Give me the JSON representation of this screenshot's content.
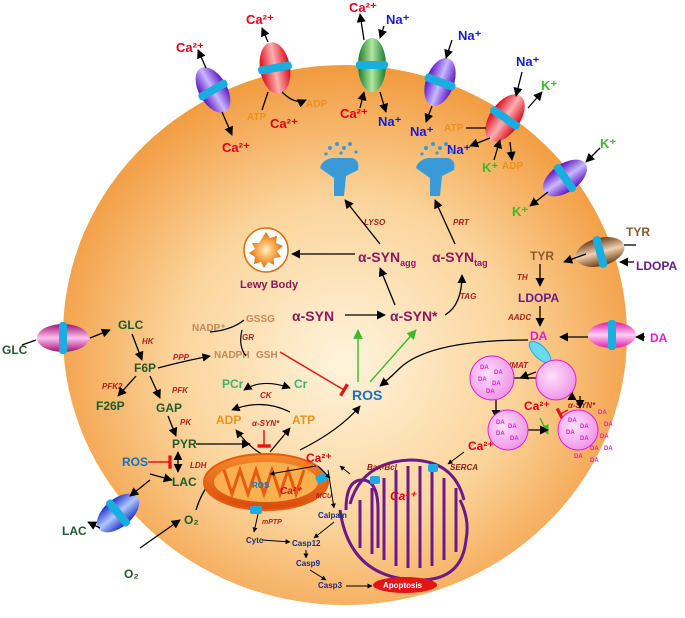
{
  "colors": {
    "cell_center": "#fde4bf",
    "cell_edge": "#f7a14b",
    "ca": "#e0001a",
    "na": "#1a1ad6",
    "k": "#3db829",
    "energy": "#e8921c",
    "metabolite": "#1e5a2a",
    "enzyme": "#b01e1e",
    "syn": "#8a1a5c",
    "dopamine": "#e020d0",
    "nadp": "#c08a5a",
    "pcr": "#3cb371",
    "ros": "#1a6fc2",
    "calcium_path": "#1a2a8a",
    "apoptosis": "#e41515",
    "er": "#6a1a8a",
    "mito": "#e85a10",
    "tyr": "#8a5a2a"
  },
  "membrane_ions": {
    "ca_pump_out": "Ca²⁺",
    "ca_pump_in": "Ca²⁺",
    "ca_atpase_out": "Ca²⁺",
    "ca_atpase_in": "Ca²⁺",
    "ca_atpase_atp": "ATP",
    "ca_atpase_adp": "ADP",
    "ncx_ca": "Ca²⁺",
    "ncx_na_out": "Na⁺",
    "ncx_ca_in": "Ca²⁺",
    "ncx_na_in": "Na⁺",
    "na_channel_out": "Na⁺",
    "na_channel_in": "Na⁺",
    "nak_na_out": "Na⁺",
    "nak_k_out": "K⁺",
    "nak_atp": "ATP",
    "nak_na_in": "Na⁺",
    "nak_k_in": "K⁺",
    "nak_adp": "ADP",
    "k_channel_out": "K⁺",
    "k_channel_in": "K⁺"
  },
  "synuclein": {
    "syn": "α-SYN",
    "syn_star": "α-SYN*",
    "syn_agg": "α-SYN",
    "syn_agg_sub": "agg",
    "syn_tag": "α-SYN",
    "syn_tag_sub": "tag",
    "lyso": "LYSO",
    "prt": "PRT",
    "tag": "TAG",
    "lewy_body": "Lewy Body"
  },
  "glycolysis": {
    "glc_out": "GLC",
    "glc": "GLC",
    "hk": "HK",
    "f6p": "F6P",
    "pfk2": "PFK2",
    "f26p": "F26P",
    "pfk": "PFK",
    "gap": "GAP",
    "pk": "PK",
    "pyr": "PYR",
    "ldh": "LDH",
    "lac": "LAC",
    "lac_out": "LAC",
    "ros_left": "ROS",
    "o2_in": "O₂",
    "o2_out": "O₂"
  },
  "pentose": {
    "ppp": "PPP",
    "nadp": "NADP⁺",
    "nadph": "NADPH",
    "gssg": "GSSG",
    "gr": "GR",
    "gsh": "GSH"
  },
  "energy": {
    "pcr": "PCr",
    "cr": "Cr",
    "ck": "CK",
    "adp": "ADP",
    "atp": "ATP",
    "syn_mito": "α-SYN*",
    "ros": "ROS"
  },
  "dopamine": {
    "tyr_out": "TYR",
    "ldopa_out": "LDOPA",
    "tyr": "TYR",
    "th": "TH",
    "ldopa": "LDOPA",
    "aadc": "AADC",
    "da": "DA",
    "da_out": "DA",
    "vmat": "VMAT",
    "ca": "Ca²⁺",
    "syn_star": "α-SYN*",
    "vesicle_da": "DA"
  },
  "apoptosis_path": {
    "ros": "ROS",
    "ca_mito": "Ca²⁺",
    "mptp": "mPTP",
    "mcu": "MCU",
    "ca_cyt": "Ca²⁺",
    "ca_er": "Ca²⁺",
    "ca_out": "Ca²⁺",
    "bax": "Bax-Bcl",
    "serca": "SERCA",
    "calpain": "Calpain",
    "cytc": "Cytc",
    "casp12": "Casp12",
    "casp9": "Casp9",
    "casp3": "Casp3",
    "apoptosis": "Apoptosis"
  }
}
